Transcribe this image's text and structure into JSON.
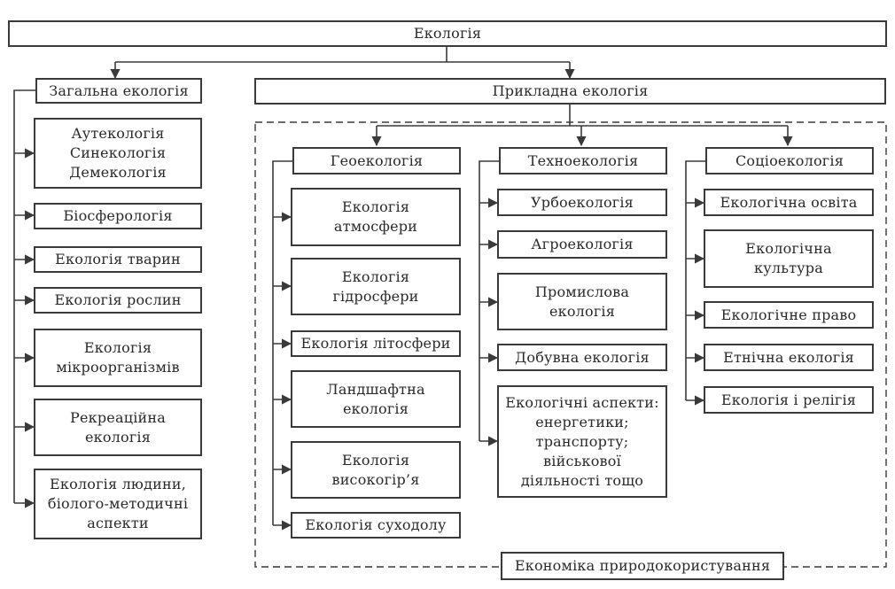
{
  "root": "Екологія",
  "general": {
    "title": "Загальна екологія",
    "items": [
      "Аутекологія\nСинекологія\nДемекологія",
      "Біосферологія",
      "Екологія тварин",
      "Екологія рослин",
      "Екологія\nмікроорганізмів",
      "Рекреаційна\nекологія",
      "Екологія людини,\nбіолого-методичні\nаспекти"
    ]
  },
  "applied": {
    "title": "Прикладна екологія",
    "geo": {
      "title": "Геоекологія",
      "items": [
        "Екологія\nатмосфери",
        "Екологія\nгідросфери",
        "Екологія літосфери",
        "Ландшафтна\nекологія",
        "Екологія\nвисокогір’я",
        "Екологія суходолу"
      ]
    },
    "techno": {
      "title": "Техноекологія",
      "items": [
        "Урбоекологія",
        "Агроекологія",
        "Промислова\nекологія",
        "Добувна екологія",
        "Екологічні аспекти:\nенергетики;\nтранспорту;\nвійськової\nдіяльності тощо"
      ]
    },
    "socio": {
      "title": "Соціоекологія",
      "items": [
        "Екологічна освіта",
        "Екологічна\nкультура",
        "Екологічне право",
        "Етнічна екологія",
        "Екологія і релігія"
      ]
    },
    "economics": "Економіка природокористування"
  }
}
